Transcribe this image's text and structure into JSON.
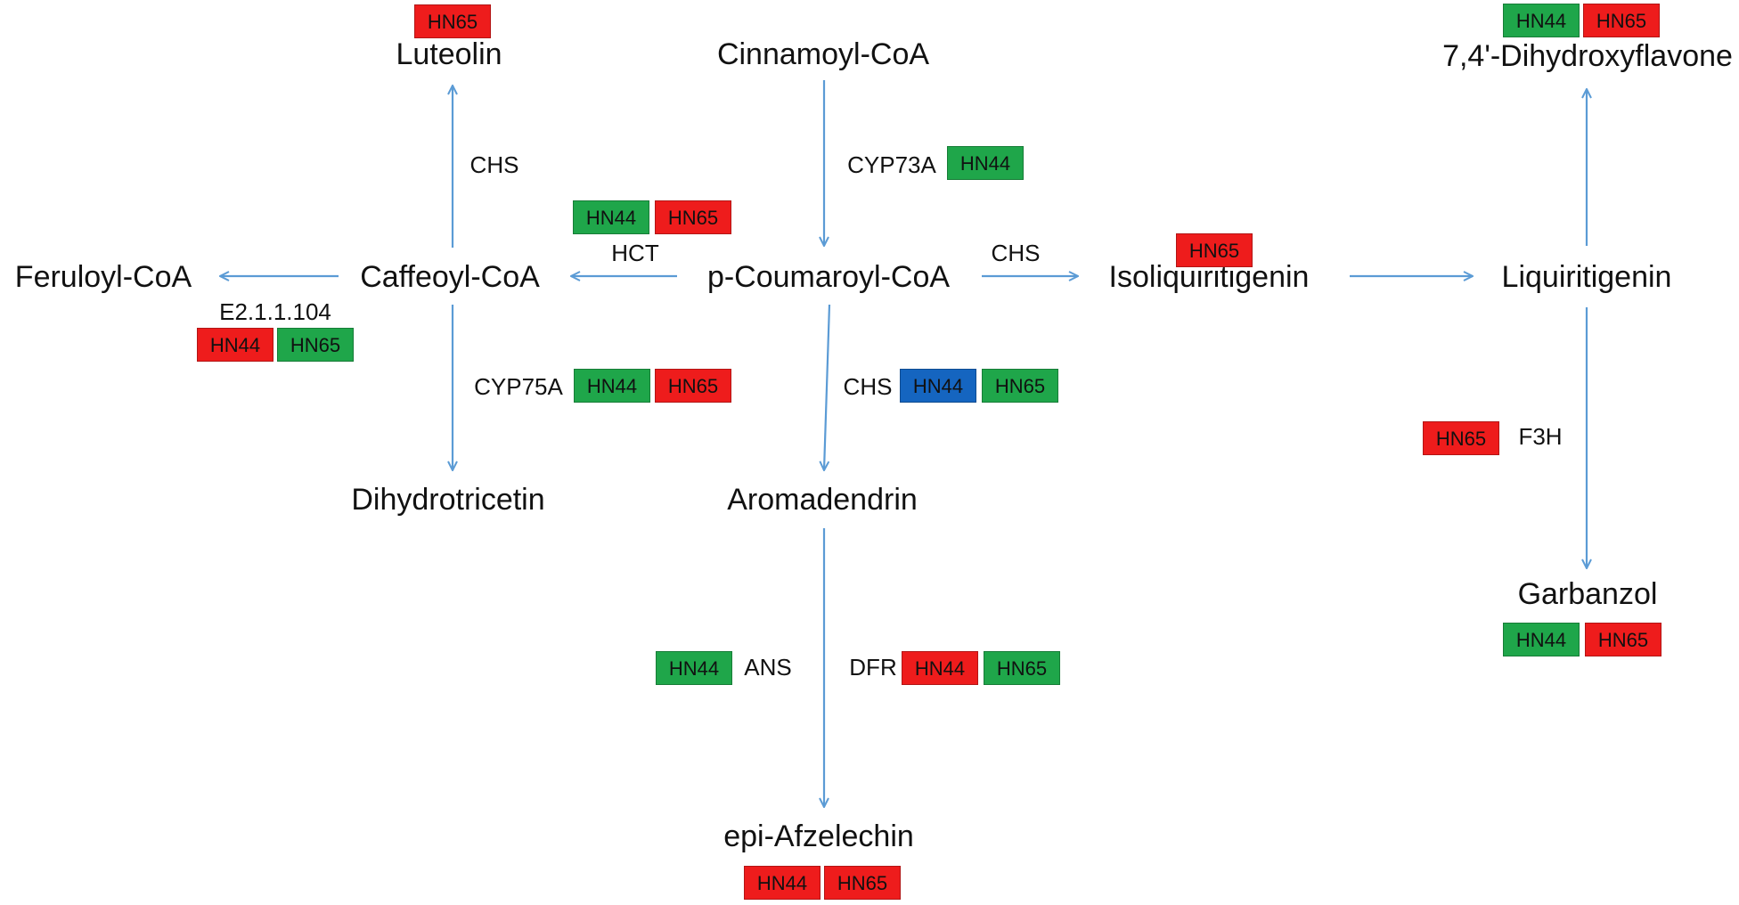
{
  "colors": {
    "up": "#ee1c1c",
    "down": "#1fa64a",
    "other": "#1565c0",
    "arrow": "#5b9bd5"
  },
  "nodes": {
    "luteolin": "Luteolin",
    "cinnamoyl_coa": "Cinnamoyl-CoA",
    "dihydroxyflavone": "7,4'-Dihydroxyflavone",
    "feruloyl_coa": "Feruloyl-CoA",
    "caffeoyl_coa": "Caffeoyl-CoA",
    "p_coumaroyl_coa": "p-Coumaroyl-CoA",
    "isoliquiritigenin": "Isoliquiritigenin",
    "liquiritigenin": "Liquiritigenin",
    "dihydrotricetin": "Dihydrotricetin",
    "aromadendrin": "Aromadendrin",
    "garbanzol": "Garbanzol",
    "epi_afzelechin": "epi-Afzelechin"
  },
  "enzymes": {
    "chs_luteolin": "CHS",
    "cyp73a": "CYP73A",
    "hct": "HCT",
    "chs_iso": "CHS",
    "e21": "E2.1.1.104",
    "cyp75a": "CYP75A",
    "chs_aroma": "CHS",
    "f3h": "F3H",
    "ans": "ANS",
    "dfr": "DFR"
  },
  "badges": {
    "luteolin": [
      {
        "text": "HN65",
        "color": "red"
      }
    ],
    "dihydroxyflavone": [
      {
        "text": "HN44",
        "color": "green"
      },
      {
        "text": "HN65",
        "color": "red"
      }
    ],
    "cyp73a": [
      {
        "text": "HN44",
        "color": "green"
      }
    ],
    "hct": [
      {
        "text": "HN44",
        "color": "green"
      },
      {
        "text": "HN65",
        "color": "red"
      }
    ],
    "isoliquiritigenin": [
      {
        "text": "HN65",
        "color": "red"
      }
    ],
    "e21": [
      {
        "text": "HN44",
        "color": "red"
      },
      {
        "text": "HN65",
        "color": "green"
      }
    ],
    "cyp75a": [
      {
        "text": "HN44",
        "color": "green"
      },
      {
        "text": "HN65",
        "color": "red"
      }
    ],
    "chs_aroma": [
      {
        "text": "HN44",
        "color": "blue"
      },
      {
        "text": "HN65",
        "color": "green"
      }
    ],
    "f3h": [
      {
        "text": "HN65",
        "color": "red"
      }
    ],
    "garbanzol": [
      {
        "text": "HN44",
        "color": "green"
      },
      {
        "text": "HN65",
        "color": "red"
      }
    ],
    "ans": [
      {
        "text": "HN44",
        "color": "green"
      }
    ],
    "dfr": [
      {
        "text": "HN44",
        "color": "red"
      },
      {
        "text": "HN65",
        "color": "green"
      }
    ],
    "epi_afzelechin": [
      {
        "text": "HN44",
        "color": "red"
      },
      {
        "text": "HN65",
        "color": "red"
      }
    ]
  }
}
